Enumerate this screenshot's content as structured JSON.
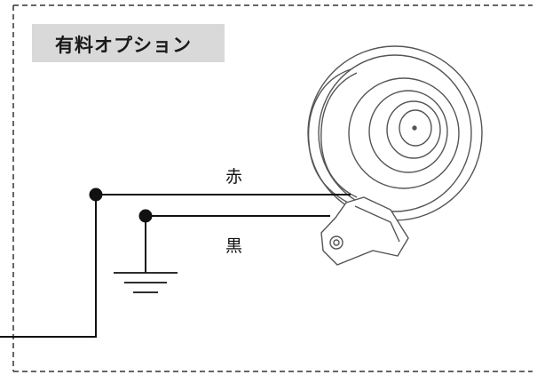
{
  "option_label": "有料オプション",
  "wires": {
    "red_label": "赤",
    "black_label": "黒"
  },
  "icons": [
    "siren-speaker-icon",
    "ground-symbol-icon"
  ],
  "colors": {
    "box_fill": "#d9d9d9",
    "line": "#111111",
    "dashed_border": "#333333"
  }
}
